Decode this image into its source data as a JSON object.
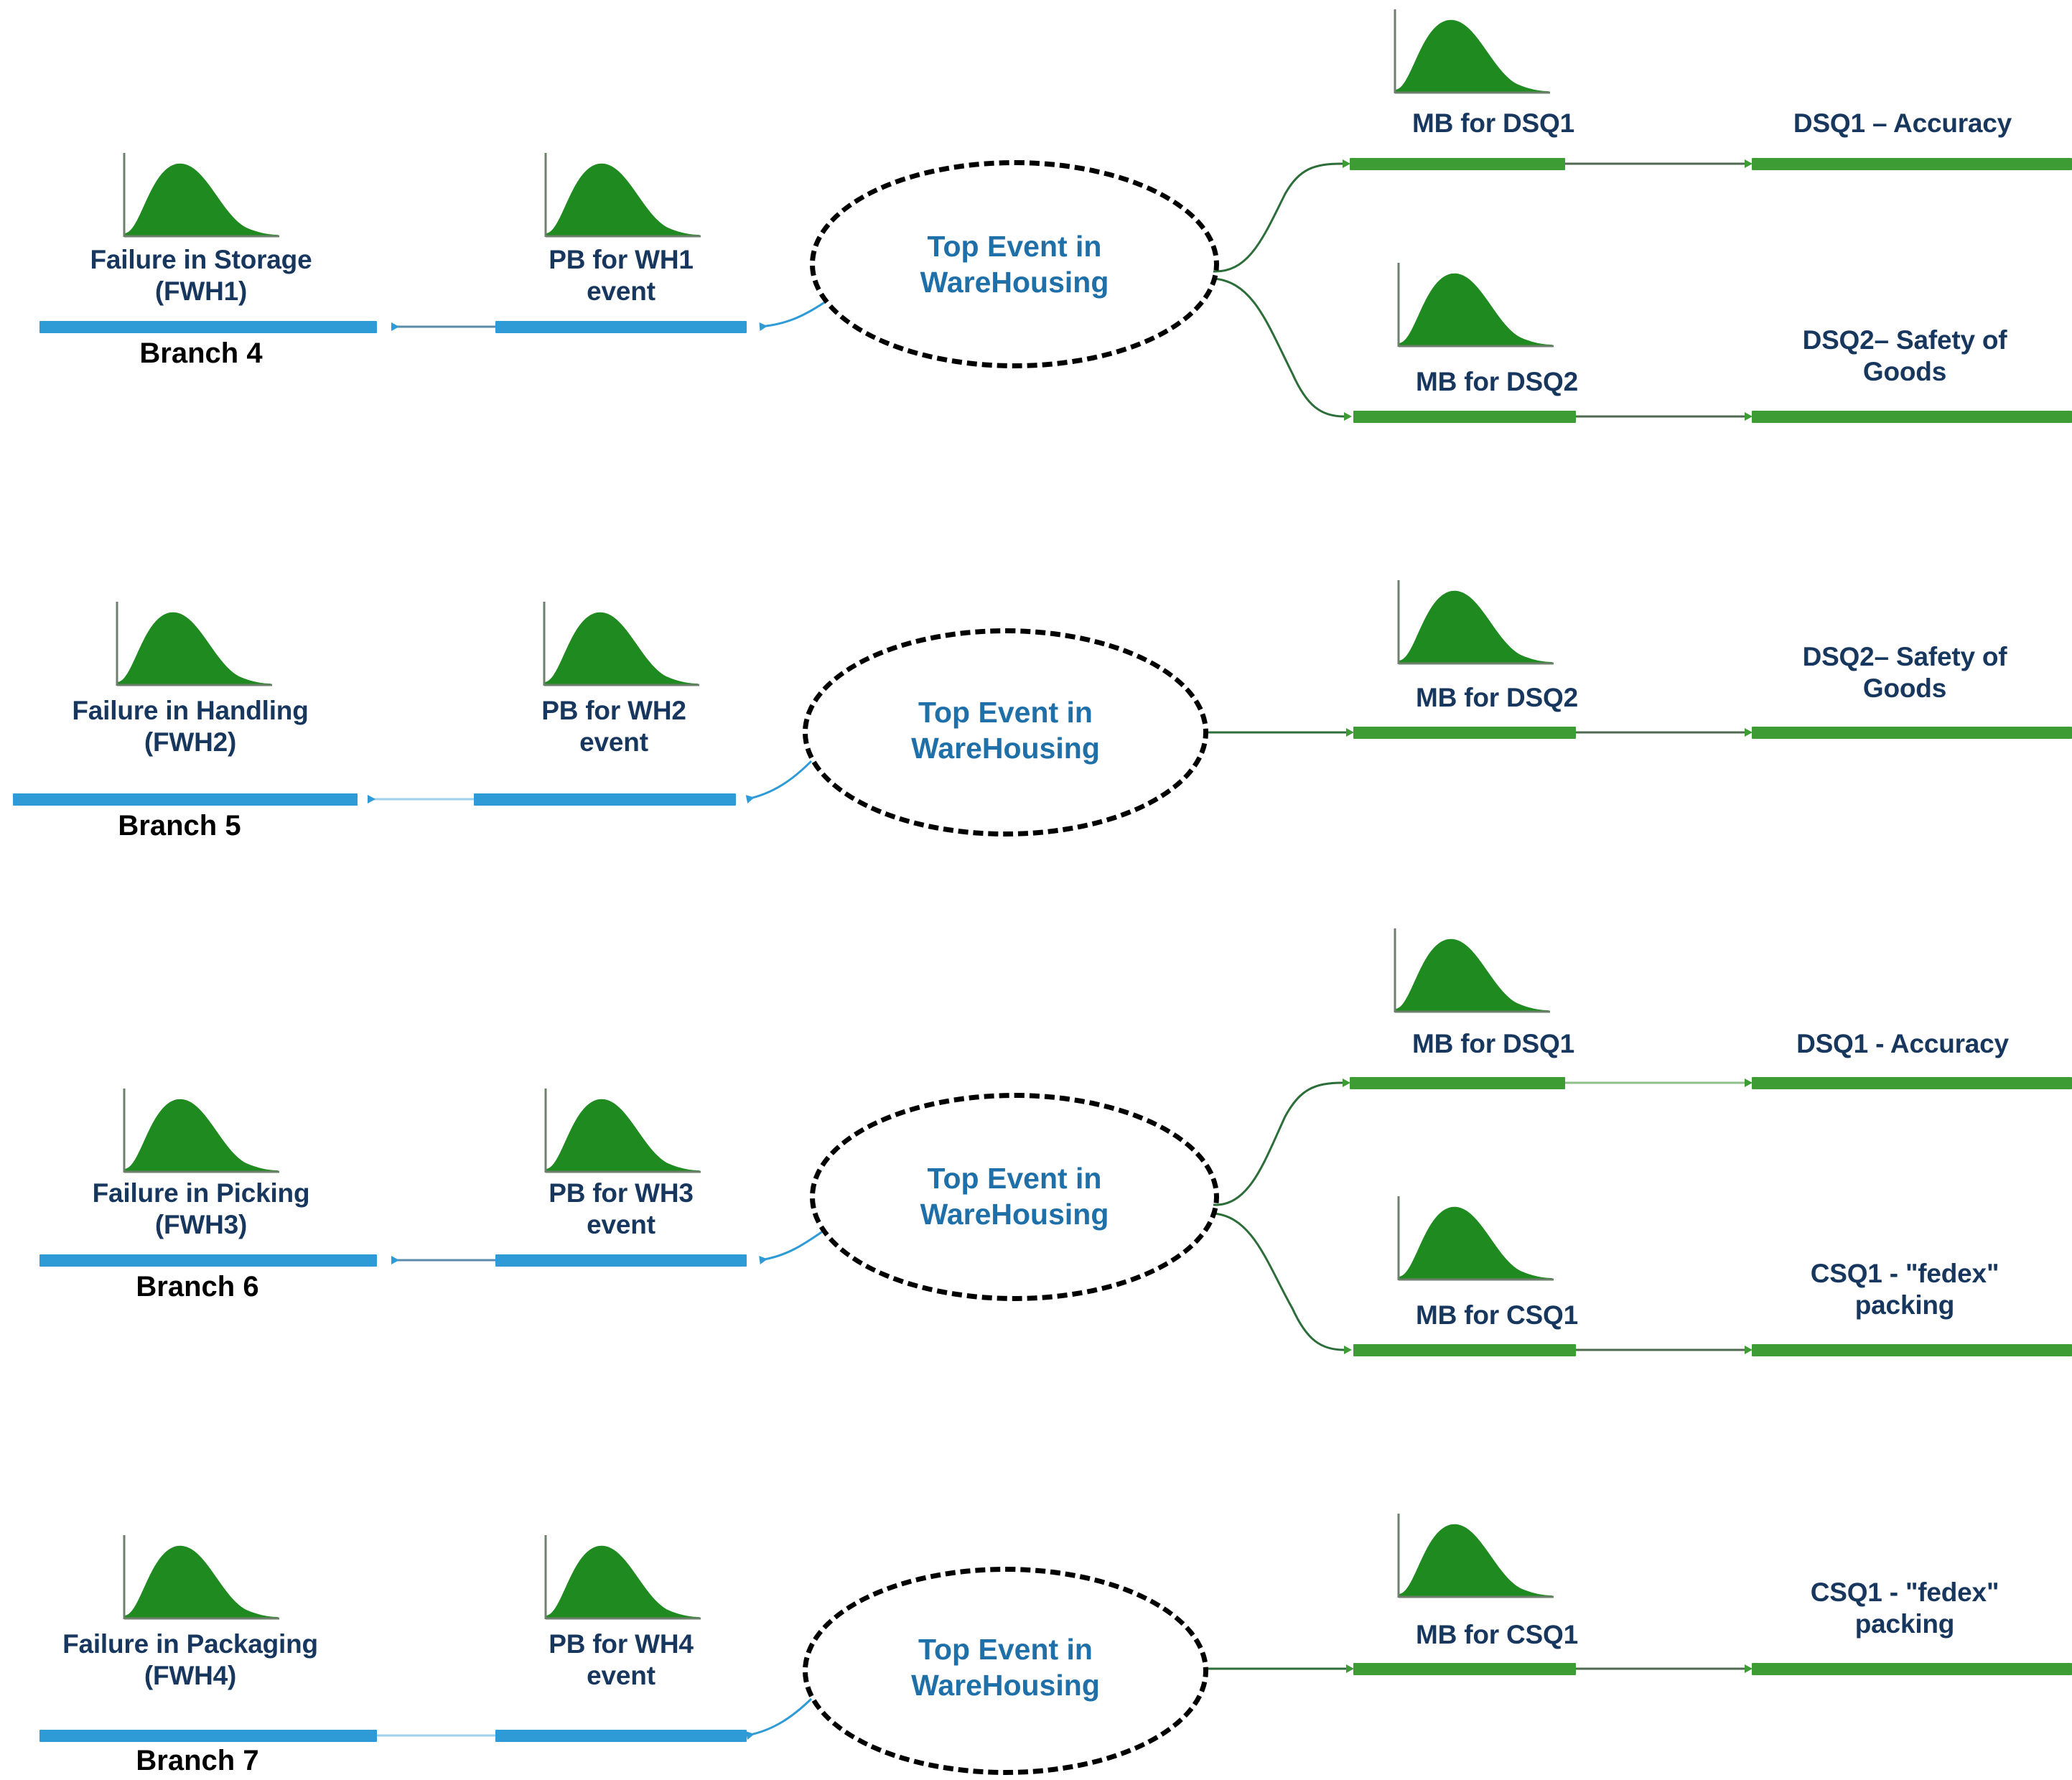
{
  "diagram": {
    "title_color": "#1F6FA8",
    "label_color": "#17375E",
    "blue_bar_color": "#2E9BD6",
    "green_bar_color": "#3E9C35",
    "curve_color": "#1F8A1F",
    "ellipse_label_line1": "Top Event in",
    "ellipse_label_line2": "WareHousing"
  },
  "rows": [
    {
      "branch": "Branch 4",
      "failure": {
        "line1": "Failure in Storage",
        "line2": "(FWH1)"
      },
      "pb": {
        "line1": "PB for WH1",
        "line2": "event"
      },
      "ellipse": {
        "line1": "Top Event in",
        "line2": "WareHousing"
      },
      "outputs": [
        {
          "mb": "MB for   DSQ1",
          "target_line1": "DSQ1 – Accuracy",
          "target_line2": ""
        },
        {
          "mb": "MB for   DSQ2",
          "target_line1": "DSQ2– Safety of",
          "target_line2": "Goods"
        }
      ]
    },
    {
      "branch": "Branch 5",
      "failure": {
        "line1": "Failure in Handling",
        "line2": "(FWH2)"
      },
      "pb": {
        "line1": "PB for WH2",
        "line2": "event"
      },
      "ellipse": {
        "line1": "Top Event in",
        "line2": "WareHousing"
      },
      "outputs": [
        {
          "mb": "MB for   DSQ2",
          "target_line1": "DSQ2– Safety of",
          "target_line2": "Goods"
        }
      ]
    },
    {
      "branch": "Branch 6",
      "failure": {
        "line1": "Failure in Picking",
        "line2": "(FWH3)"
      },
      "pb": {
        "line1": "PB for WH3",
        "line2": "event"
      },
      "ellipse": {
        "line1": "Top Event in",
        "line2": "WareHousing"
      },
      "outputs": [
        {
          "mb": "MB for   DSQ1",
          "target_line1": "DSQ1 - Accuracy",
          "target_line2": ""
        },
        {
          "mb": "MB for   CSQ1",
          "target_line1": "CSQ1 -  \"fedex\"",
          "target_line2": "packing"
        }
      ]
    },
    {
      "branch": "Branch 7",
      "failure": {
        "line1": "Failure in Packaging",
        "line2": "(FWH4)"
      },
      "pb": {
        "line1": "PB for WH4",
        "line2": "event"
      },
      "ellipse": {
        "line1": "Top Event in",
        "line2": "WareHousing"
      },
      "outputs": [
        {
          "mb": "MB for   CSQ1",
          "target_line1": "CSQ1 -  \"fedex\"",
          "target_line2": "packing"
        }
      ]
    }
  ],
  "icons": {
    "distribution": "lognormal-distribution-icon",
    "arrow_left": "arrow-left-icon",
    "arrow_right": "arrow-right-icon"
  }
}
